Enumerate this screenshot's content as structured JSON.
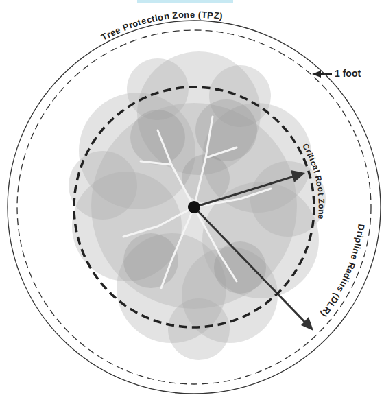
{
  "diagram": {
    "nodes": [
      {
        "text": [
          "Tree Protection Zone (TPZ)"
        ]
      },
      {
        "text": [
          "Critical Root Zone"
        ],
        "in": 0
      }
    ],
    "labels": [
      "1 foot",
      "Dripline Radius (DLR)"
    ]
  }
}
